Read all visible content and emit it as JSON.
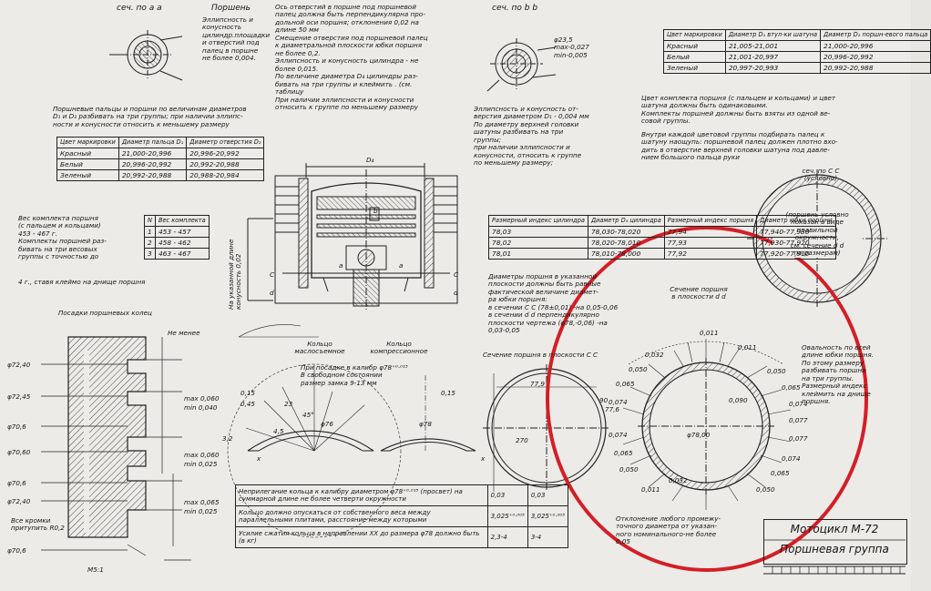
{
  "notes": {
    "sec_aa": "сеч. по a a",
    "piston_note_title": "Поршень",
    "piston_note_lines": [
      "Эллипсность и",
      "конусность",
      "цилиндр.площадки",
      "и отверстий под",
      "палец в поршне",
      "не более 0,004."
    ],
    "center_top_lines": [
      "Ось отверстий в поршне под поршневой",
      "палец должна быть перпендикулярна про-",
      "дольной оси поршня; отклонения 0,02 на",
      "длине 50 мм",
      "Смещение отверстия под поршневой палец",
      "к диаметральной плоскости юбки поршня",
      "не более 0,2.",
      "Эллипсность и конусность цилиндра - не",
      "более 0,015.",
      "По величине диаметра D₄ цилиндры раз-",
      "бивать на три группы и клеймить . (см.",
      "таблицу",
      "При наличии эллипсности и конусности",
      "относить к группе по меньшему размеру"
    ],
    "sec_bb": "сеч. по b b",
    "bb_dims": [
      "φ23,5",
      "max-0,027",
      "min-0,005"
    ],
    "piston_pins_lines": [
      "Поршневые пальцы и поршни по величинам диаметров",
      "D₁ и D₂ разбивать на три группы; при наличии эллипс-",
      "ности и конусности относить к меньшему размеру"
    ],
    "conrod_lines": [
      "Эллипсность и конусность от-",
      "верстия диаметром D₁ - 0,004 мм",
      "По диаметру верхней головки",
      "шатуны разбивать на три",
      "группы;",
      "при наличии эллипсности и",
      "конусности, относить к группе",
      "по меньшему размеру;"
    ],
    "color_group_lines": [
      "Цвет комплекта поршня (с пальцем и кольцами) и цвет",
      "шатуна должны быть одинаковыми.",
      "Комплекты поршней должны быть взяты из одной ве-",
      "совой группы.",
      "Внутри каждой цветовой группы подбирать палец к",
      "шатуну наощупь: поршневой палец должен плотно вхо-",
      "дить в отверстие верхней головки шатуна под давле-",
      "нием большого пальца руки"
    ],
    "weight_lines": [
      "Вес комплекта поршня",
      "(с пальцем и кольцами)",
      "453 - 467 г.",
      "Комплекты поршней раз-",
      "бивать на три весовых",
      "группы с точностью до",
      "4 г., ставя клеймо на днище поршня"
    ],
    "sec_cc_title": [
      "сеч. по С С",
      "(условно)"
    ],
    "conditional_lines": [
      "(поршень условно",
      "показан в виде",
      "правильной",
      "окружности,",
      "см. сечение d d",
      "по размерам)"
    ],
    "vertical_note": "На указанной длине конусность 0,02",
    "ring_grooves_title": "Посадки поршневых колец",
    "no_less": "Не менее",
    "oil_ring": "Кольцо маслосъемное",
    "comp_ring": "Кольцо компрессионное",
    "fit_lines": [
      "При посадке в калибр φ78⁺⁰·⁰¹⁵",
      "В свободном состоянии",
      "размер замка 9-13 мм"
    ],
    "diam_measure_lines": [
      "Диаметры поршня в указанной",
      "плоскости должны быть равные",
      "фактической величине диамет-",
      "ра юбки поршня:",
      "в сечении С С (78±0,01) -на 0,05-0,06",
      "в сечении d d перпендикулярно",
      "плоскости чертежа (φ78,-0,06) -на",
      "0,03-0,05"
    ],
    "section_cc": "Сечение поршня в плоскости С С",
    "section_dd": [
      "Сечение поршня",
      "в плоскости d d"
    ],
    "ovality_lines": [
      "Овальность по всей",
      "длине юбки поршня.",
      "По этому размеру",
      "разбивать поршни",
      "на три группы.",
      "Размерный индекс",
      "клеймить на днище",
      "поршня."
    ],
    "deviation_lines": [
      "Отклонение любого промежу-",
      "точного диаметра от указан-",
      "ного номинального-не более",
      "0,05"
    ],
    "lam_note": "Все кромки притупить R0,2",
    "scale_mark": "М5:1",
    "dim_labels_left": [
      "φ72,40",
      "φ72,45",
      "φ70,6",
      "φ70,60",
      "φ70,6",
      "φ72,40",
      "φ70,6"
    ],
    "max_min": [
      "max 0,060",
      "min 0,040",
      "max 0,060",
      "min 0,025",
      "max 0,065",
      "min 0,025"
    ],
    "dd_values": [
      "0,011",
      "0,032",
      "0,050",
      "0,011",
      "0,050",
      "0,065",
      "0,074",
      "0,077",
      "0,090",
      "0,077",
      "0,074",
      "0,065",
      "0,050",
      "0,032",
      "0,011",
      "0,050",
      "0,065",
      "0,074",
      "0,074",
      "0,065"
    ],
    "center_labels": [
      "D₄",
      "a",
      "b",
      "C",
      "C",
      "d",
      "d",
      "a",
      "φ76",
      "φ78",
      "4,5",
      "45°",
      "23",
      "0,15",
      "0,45",
      "0,15",
      "3,2",
      "x",
      "x",
      "77,9",
      "77,6",
      "90",
      "270",
      "φ78,00"
    ]
  },
  "table_pin_color": {
    "headers": [
      "Цвет маркировки",
      "Диаметр пальца D₁",
      "Диаметр отверстия D₂"
    ],
    "rows": [
      [
        "Красный",
        "21,000-20,996",
        "20,996-20,992"
      ],
      [
        "Белый",
        "20,996-20,992",
        "20,992-20,988"
      ],
      [
        "Зеленый",
        "20,992-20,988",
        "20,988-20,984"
      ]
    ]
  },
  "table_conrod_color": {
    "headers": [
      "Цвет маркировки",
      "Диаметр D₁ втул-ки шатуна",
      "Диаметр D₂ поршн-евого пальца"
    ],
    "rows": [
      [
        "Красный",
        "21,005-21,001",
        "21,000-20,996"
      ],
      [
        "Белый",
        "21,001-20,997",
        "20,996-20,992"
      ],
      [
        "Зеленый",
        "20,997-20,993",
        "20,992-20,988"
      ]
    ]
  },
  "table_weight": {
    "headers": [
      "N",
      "Вес комплекта"
    ],
    "rows": [
      [
        "1",
        "453 - 457"
      ],
      [
        "2",
        "458 - 462"
      ],
      [
        "3",
        "463 - 467"
      ]
    ]
  },
  "table_cylinder": {
    "headers": [
      "Размерный индекс цилиндра",
      "Диаметр D₄ цилиндра",
      "Размерный индекс поршня",
      "Диаметр юбки поршня"
    ],
    "rows": [
      [
        "78,03",
        "78,030-78,020",
        "77,94",
        "77,940-77,930"
      ],
      [
        "78,02",
        "78,020-78,010",
        "77,93",
        "77,930-77,920"
      ],
      [
        "78,01",
        "78,010-78,000",
        "77,92",
        "77,920-77,910"
      ]
    ]
  },
  "table_rings": {
    "rows": [
      [
        "Неприлегание кольца к калибру диаметром φ78⁺⁰·⁰¹⁵ (просвет) на суммарной длине не более четверти окружности",
        "0,03",
        "0,03"
      ],
      [
        "Кольцо должно опускаться от собственного веса между параллельными плитами, расстояние между которыми",
        "3,025⁺⁰·⁰⁰⁵",
        "3,025⁺⁰·⁰⁰⁵"
      ],
      [
        "Усилие сжатия кольца в направлении XX до размера φ78 должно быть (в кг)",
        "2,3-4",
        "3-4"
      ]
    ]
  },
  "title_block": {
    "line1": "Мотоцикл  М-72",
    "line2": "Поршневая группа"
  },
  "highlight_color": "#d41e26"
}
